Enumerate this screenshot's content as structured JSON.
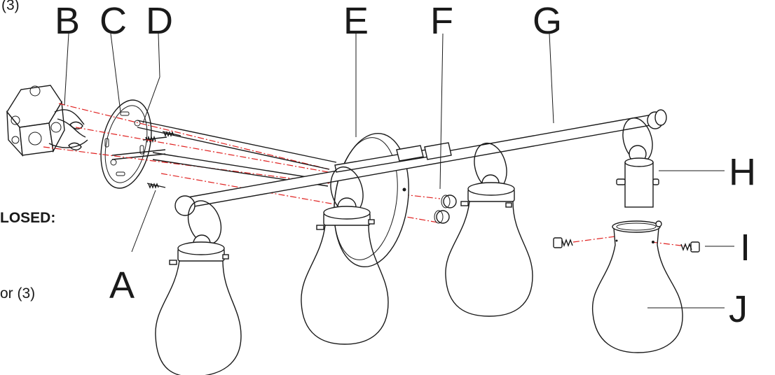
{
  "labels": {
    "a": "A",
    "b": "B",
    "c": "C",
    "d": "D",
    "e": "E",
    "f": "F",
    "g": "G",
    "h": "H",
    "i": "I",
    "j": "J"
  },
  "sidebar": {
    "top_fragment": "(3)",
    "heading_fragment": "LOSED:",
    "item_fragment": "or (3)"
  },
  "colors": {
    "line": "#1a1a1a",
    "guide": "#e0201f",
    "background": "#ffffff"
  }
}
